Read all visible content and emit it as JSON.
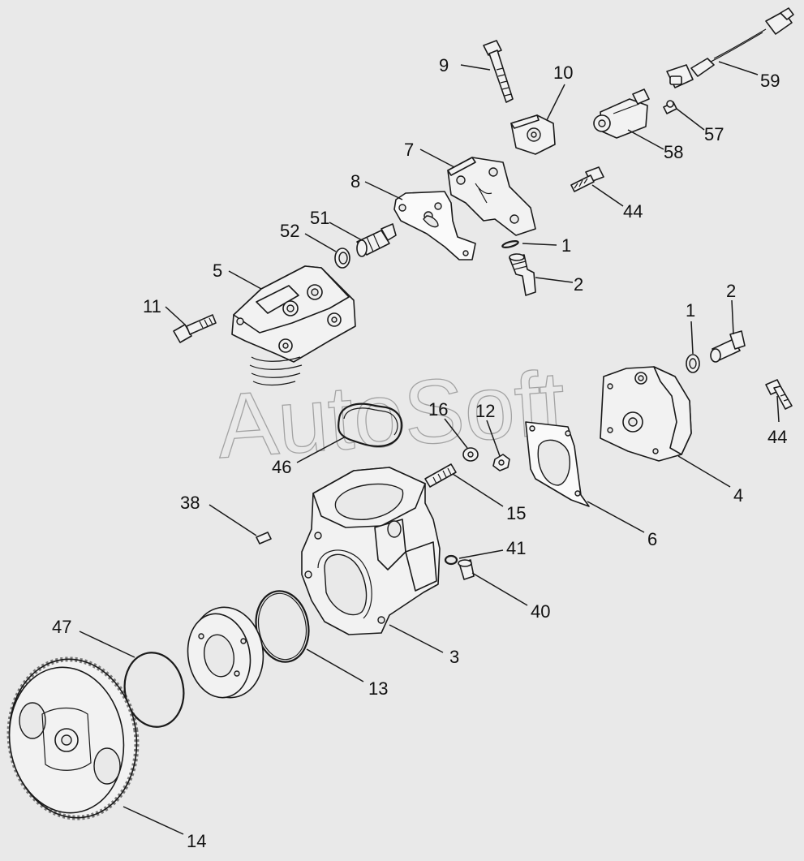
{
  "watermark": "AutoSoft",
  "callouts": [
    {
      "id": "c9",
      "label": "9"
    },
    {
      "id": "c10",
      "label": "10"
    },
    {
      "id": "c59",
      "label": "59"
    },
    {
      "id": "c57",
      "label": "57"
    },
    {
      "id": "c58",
      "label": "58"
    },
    {
      "id": "c7",
      "label": "7"
    },
    {
      "id": "c44a",
      "label": "44"
    },
    {
      "id": "c8",
      "label": "8"
    },
    {
      "id": "c51",
      "label": "51"
    },
    {
      "id": "c52",
      "label": "52"
    },
    {
      "id": "c1a",
      "label": "1"
    },
    {
      "id": "c2a",
      "label": "2"
    },
    {
      "id": "c5",
      "label": "5"
    },
    {
      "id": "c11",
      "label": "11"
    },
    {
      "id": "c1b",
      "label": "1"
    },
    {
      "id": "c2b",
      "label": "2"
    },
    {
      "id": "c44b",
      "label": "44"
    },
    {
      "id": "c16",
      "label": "16"
    },
    {
      "id": "c12",
      "label": "12"
    },
    {
      "id": "c46",
      "label": "46"
    },
    {
      "id": "c4",
      "label": "4"
    },
    {
      "id": "c15",
      "label": "15"
    },
    {
      "id": "c38",
      "label": "38"
    },
    {
      "id": "c6",
      "label": "6"
    },
    {
      "id": "c41",
      "label": "41"
    },
    {
      "id": "c40",
      "label": "40"
    },
    {
      "id": "c3",
      "label": "3"
    },
    {
      "id": "c47",
      "label": "47"
    },
    {
      "id": "c13",
      "label": "13"
    },
    {
      "id": "c14",
      "label": "14"
    }
  ]
}
